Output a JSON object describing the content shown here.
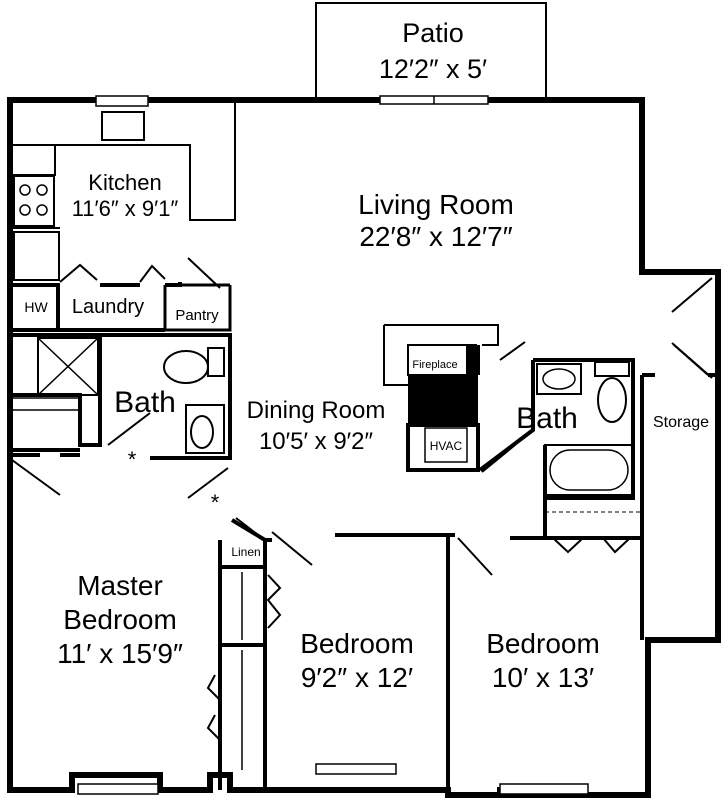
{
  "rooms": {
    "patio": {
      "name": "Patio",
      "size": "12′2″ x 5′"
    },
    "kitchen": {
      "name": "Kitchen",
      "size": "11′6″ x 9′1″"
    },
    "living": {
      "name": "Living Room",
      "size": "22′8″ x 12′7″"
    },
    "laundry": {
      "name": "Laundry"
    },
    "hw": {
      "name": "HW"
    },
    "pantry": {
      "name": "Pantry"
    },
    "bath1": {
      "name": "Bath"
    },
    "dining": {
      "name": "Dining Room",
      "size": "10′5′ x 9′2″"
    },
    "fireplace": {
      "name": "Fireplace"
    },
    "hvac": {
      "name": "HVAC"
    },
    "bath2": {
      "name": "Bath"
    },
    "storage": {
      "name": "Storage"
    },
    "linen": {
      "name": "Linen"
    },
    "master": {
      "name_line1": "Master",
      "name_line2": "Bedroom",
      "size": "11′ x 15′9″"
    },
    "bedroom2": {
      "name": "Bedroom",
      "size": "9′2″ x 12′"
    },
    "bedroom3": {
      "name": "Bedroom",
      "size": "10′ x 13′"
    }
  },
  "markers": {
    "asterisk": "*"
  }
}
